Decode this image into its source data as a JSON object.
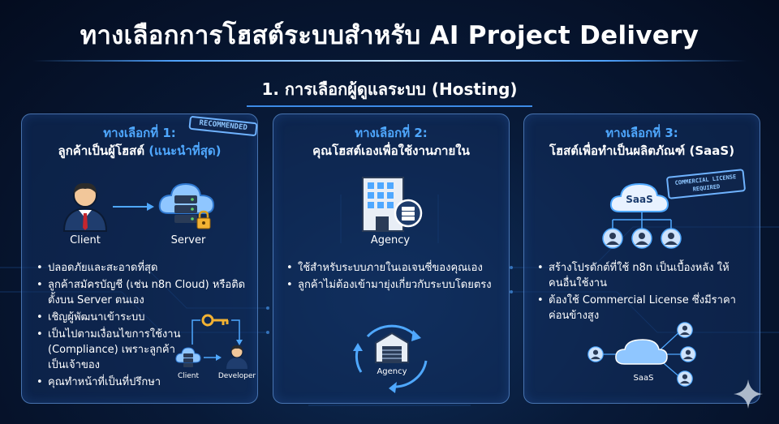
{
  "title": "ทางเลือกการโฮสต์ระบบสำหรับ AI Project Delivery",
  "subtitle": "1. การเลือกผู้ดูแลระบบ (Hosting)",
  "options": [
    {
      "option_label": "ทางเลือกที่ 1:",
      "heading": "ลูกค้าเป็นผู้โฮสต์",
      "heading_highlight": "(แนะนำที่สุด)",
      "stamp": "RECOMMENDED",
      "labels": {
        "client": "Client",
        "server": "Server",
        "mini_client": "Client",
        "mini_developer": "Developer"
      },
      "bullets": [
        "ปลอดภัยและสะอาดที่สุด",
        "ลูกค้าสมัครบัญชี (เช่น n8n Cloud) หรือติดตั้งบน Server ตนเอง",
        "เชิญผู้พัฒนาเข้าระบบ",
        "เป็นไปตามเงื่อนไขการใช้งาน (Compliance) เพราะลูกค้าเป็นเจ้าของ",
        "คุณทำหน้าที่เป็นที่ปรึกษา"
      ]
    },
    {
      "option_label": "ทางเลือกที่ 2:",
      "heading": "คุณโฮสต์เองเพื่อใช้งานภายใน",
      "labels": {
        "agency": "Agency",
        "agency_cycle": "Agency"
      },
      "bullets": [
        "ใช้สำหรับระบบภายในเอเจนซี่ของคุณเอง",
        "ลูกค้าไม่ต้องเข้ามายุ่งเกี่ยวกับระบบโดยตรง"
      ]
    },
    {
      "option_label": "ทางเลือกที่ 3:",
      "heading": "โฮสต์เพื่อทำเป็นผลิตภัณฑ์ (SaaS)",
      "stamp_line1": "COMMERCIAL LICENSE",
      "stamp_line2": "REQUIRED",
      "labels": {
        "saas_cloud": "SaaS",
        "saas_bottom": "SaaS"
      },
      "bullets": [
        "สร้างโปรดักต์ที่ใช้ n8n เป็นเบื้องหลัง ให้คนอื่นใช้งาน",
        "ต้องใช้ Commercial License ซึ่งมีราคาค่อนข้างสูง"
      ]
    }
  ],
  "colors": {
    "accent": "#4fa8ff",
    "panel_border": "#78b4ff",
    "gold": "#f2b233",
    "background": "#081a38"
  },
  "icons": [
    "client-person-icon",
    "cloud-server-icon",
    "padlock-icon",
    "office-building-icon",
    "key-icon",
    "developer-person-icon",
    "warehouse-icon",
    "user-icon",
    "sparkle-icon"
  ]
}
